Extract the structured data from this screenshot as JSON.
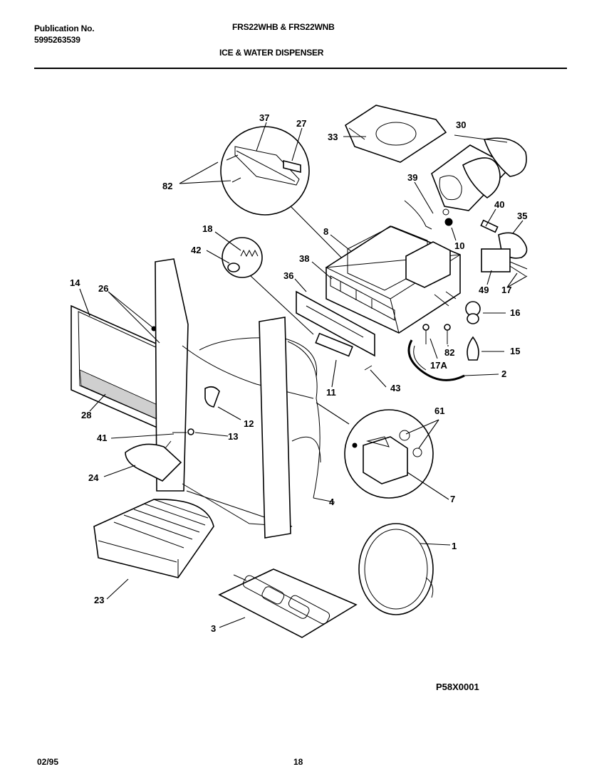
{
  "header": {
    "publication_label": "Publication No.",
    "publication_number": "5995263539",
    "models": "FRS22WHB & FRS22WNB",
    "section_title": "ICE & WATER DISPENSER"
  },
  "diagram": {
    "figure_code": "P58X0001",
    "callouts": [
      "37",
      "27",
      "82",
      "33",
      "30",
      "39",
      "40",
      "35",
      "18",
      "42",
      "8",
      "10",
      "38",
      "36",
      "49",
      "17",
      "14",
      "26",
      "16",
      "82",
      "15",
      "17A",
      "2",
      "11",
      "43",
      "28",
      "12",
      "61",
      "41",
      "13",
      "24",
      "7",
      "4",
      "1",
      "23",
      "3"
    ]
  },
  "footer": {
    "date": "02/95",
    "page": "18"
  }
}
